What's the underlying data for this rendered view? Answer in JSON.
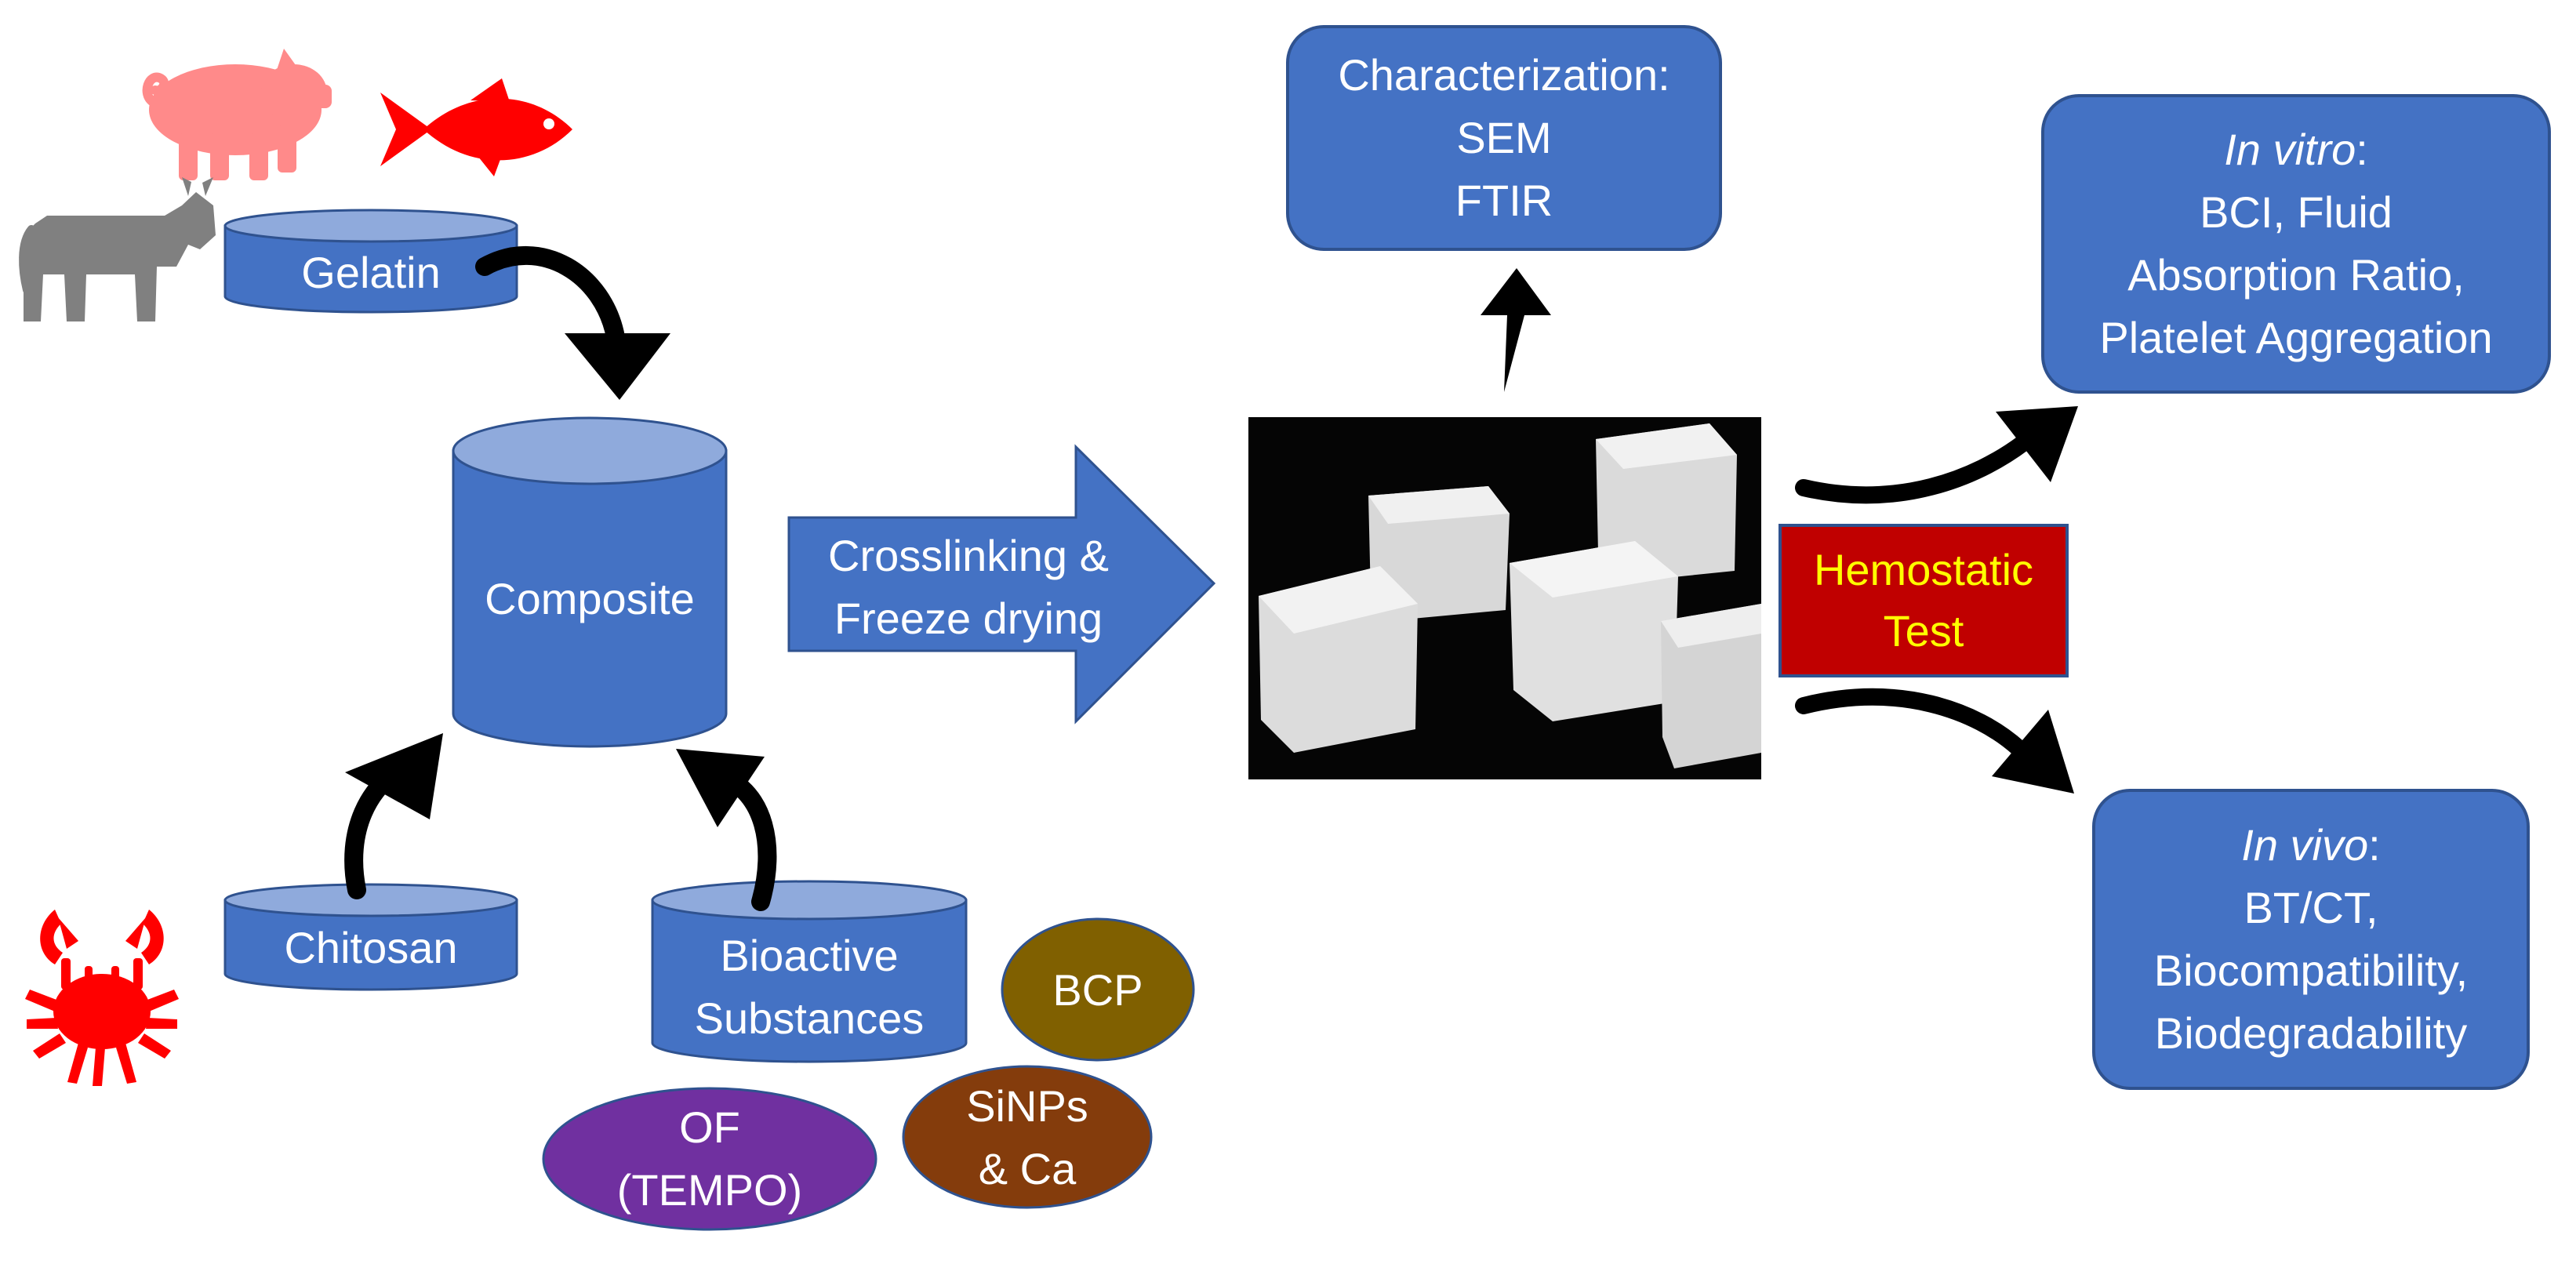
{
  "colors": {
    "box_fill": "#4472c4",
    "box_border": "#2f528f",
    "cylinder_top": "#8faadc",
    "pig": "#ff8a8a",
    "fish": "#ff0000",
    "cow": "#808080",
    "crab": "#ff0000",
    "bcp": "#806000",
    "sinps": "#843c0c",
    "of": "#7030a0",
    "hemostatic_fill": "#c00000",
    "hemostatic_text": "#ffff00",
    "arrow": "#000000"
  },
  "icons": [
    "pig-icon",
    "fish-icon",
    "cow-icon",
    "crab-icon"
  ],
  "cylinders": {
    "gelatin": "Gelatin",
    "composite": "Composite",
    "chitosan": "Chitosan",
    "bioactive_line1": "Bioactive",
    "bioactive_line2": "Substances"
  },
  "ovals": {
    "bcp": "BCP",
    "sinps_line1": "SiNPs",
    "sinps_line2": "& Ca",
    "of_line1": "OF",
    "of_line2": "(TEMPO)"
  },
  "process_arrow": {
    "line1": "Crosslinking &",
    "line2": "Freeze drying"
  },
  "characterization": {
    "line1": "Characterization:",
    "line2": "SEM",
    "line3": "FTIR"
  },
  "hemostatic": {
    "line1": "Hemostatic",
    "line2": "Test"
  },
  "in_vitro": {
    "title": "In vitro",
    "colon": ":",
    "line2": "BCI, Fluid",
    "line3": "Absorption Ratio,",
    "line4": "Platelet Aggregation"
  },
  "in_vivo": {
    "title": "In vivo",
    "colon": ":",
    "line2": "BT/CT,",
    "line3": "Biocompatibility,",
    "line4": "Biodegradability"
  }
}
